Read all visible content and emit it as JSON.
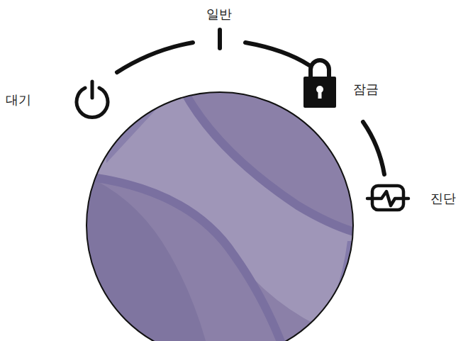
{
  "diagram": {
    "labels": [
      "대기",
      "일반",
      "잠금",
      "진단"
    ]
  }
}
